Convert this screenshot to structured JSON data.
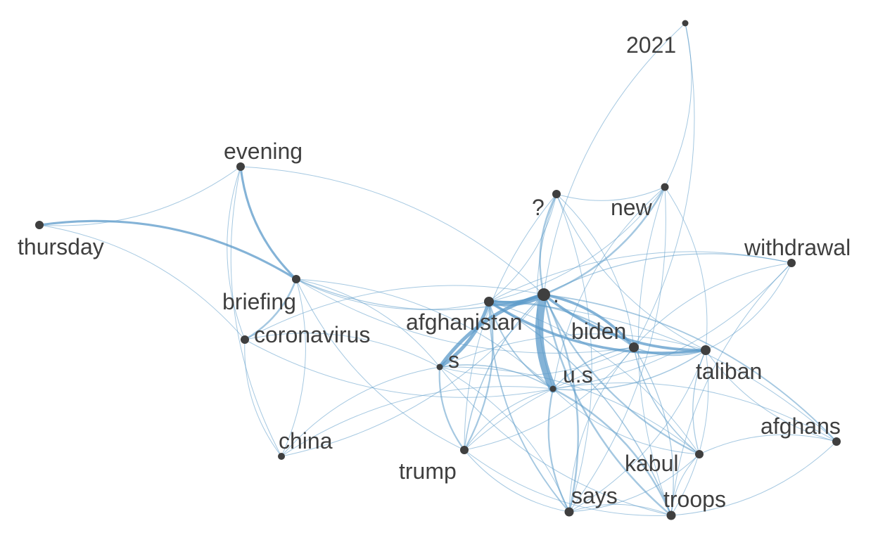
{
  "diagram": {
    "type": "word co-occurrence network",
    "edge_color": "#5b9ac9",
    "node_color": "#3f3f3f",
    "label_color": "#3f3f3f"
  },
  "nodes": [
    {
      "id": "n2021",
      "label": "2021"
    },
    {
      "id": "evening",
      "label": "evening"
    },
    {
      "id": "thursday",
      "label": "thursday"
    },
    {
      "id": "briefing",
      "label": "briefing"
    },
    {
      "id": "coronavirus",
      "label": "coronavirus"
    },
    {
      "id": "q",
      "label": "?"
    },
    {
      "id": "new",
      "label": "new"
    },
    {
      "id": "withdrawal",
      "label": "withdrawal"
    },
    {
      "id": "dot",
      "label": "."
    },
    {
      "id": "afghanistan",
      "label": "afghanistan"
    },
    {
      "id": "biden",
      "label": "biden"
    },
    {
      "id": "taliban",
      "label": "taliban"
    },
    {
      "id": "s",
      "label": "s"
    },
    {
      "id": "us",
      "label": "u.s"
    },
    {
      "id": "china",
      "label": "china"
    },
    {
      "id": "trump",
      "label": "trump"
    },
    {
      "id": "afghans",
      "label": "afghans"
    },
    {
      "id": "kabul",
      "label": "kabul"
    },
    {
      "id": "says",
      "label": "says"
    },
    {
      "id": "troops",
      "label": "troops"
    }
  ],
  "edges": [
    {
      "source": "dot",
      "target": "us",
      "weight": 9
    },
    {
      "source": "dot",
      "target": "afghanistan",
      "weight": 6
    },
    {
      "source": "dot",
      "target": "s",
      "weight": 4
    },
    {
      "source": "afghanistan",
      "target": "s",
      "weight": 4
    },
    {
      "source": "dot",
      "target": "taliban",
      "weight": 3
    },
    {
      "source": "dot",
      "target": "biden",
      "weight": 3
    },
    {
      "source": "afghanistan",
      "target": "taliban",
      "weight": 3
    },
    {
      "source": "thursday",
      "target": "briefing",
      "weight": 2.5
    },
    {
      "source": "evening",
      "target": "briefing",
      "weight": 2.5
    },
    {
      "source": "briefing",
      "target": "coronavirus",
      "weight": 2
    },
    {
      "source": "dot",
      "target": "new",
      "weight": 2
    },
    {
      "source": "dot",
      "target": "q",
      "weight": 2
    },
    {
      "source": "dot",
      "target": "troops",
      "weight": 2
    },
    {
      "source": "dot",
      "target": "says",
      "weight": 2
    },
    {
      "source": "dot",
      "target": "kabul",
      "weight": 1.8
    },
    {
      "source": "us",
      "target": "troops",
      "weight": 2
    },
    {
      "source": "us",
      "target": "says",
      "weight": 1.8
    },
    {
      "source": "afghanistan",
      "target": "trump",
      "weight": 1.8
    },
    {
      "source": "s",
      "target": "trump",
      "weight": 1.8
    },
    {
      "source": "afghanistan",
      "target": "biden",
      "weight": 1.8
    },
    {
      "source": "biden",
      "target": "taliban",
      "weight": 1.5
    },
    {
      "source": "dot",
      "target": "afghans",
      "weight": 1.5
    },
    {
      "source": "afghanistan",
      "target": "says",
      "weight": 1.5
    },
    {
      "source": "afghanistan",
      "target": "troops",
      "weight": 1.2
    },
    {
      "source": "afghanistan",
      "target": "us",
      "weight": 1.5
    },
    {
      "source": "s",
      "target": "us",
      "weight": 1.2
    },
    {
      "source": "us",
      "target": "taliban",
      "weight": 1.2
    },
    {
      "source": "us",
      "target": "biden",
      "weight": 1.2
    },
    {
      "source": "biden",
      "target": "kabul",
      "weight": 1.2
    },
    {
      "source": "biden",
      "target": "troops",
      "weight": 1
    },
    {
      "source": "taliban",
      "target": "kabul",
      "weight": 1
    },
    {
      "source": "dot",
      "target": "withdrawal",
      "weight": 1
    },
    {
      "source": "dot",
      "target": "trump",
      "weight": 1.2
    },
    {
      "source": "dot",
      "target": "briefing",
      "weight": 1
    },
    {
      "source": "thursday",
      "target": "evening",
      "weight": 0.8
    },
    {
      "source": "thursday",
      "target": "coronavirus",
      "weight": 0.8
    },
    {
      "source": "evening",
      "target": "coronavirus",
      "weight": 0.8
    },
    {
      "source": "evening",
      "target": "dot",
      "weight": 0.8
    },
    {
      "source": "evening",
      "target": "china",
      "weight": 0.8
    },
    {
      "source": "briefing",
      "target": "china",
      "weight": 0.8
    },
    {
      "source": "briefing",
      "target": "afghanistan",
      "weight": 0.8
    },
    {
      "source": "briefing",
      "target": "s",
      "weight": 0.8
    },
    {
      "source": "briefing",
      "target": "biden",
      "weight": 0.8
    },
    {
      "source": "briefing",
      "target": "us",
      "weight": 0.8
    },
    {
      "source": "briefing",
      "target": "trump",
      "weight": 0.8
    },
    {
      "source": "coronavirus",
      "target": "s",
      "weight": 0.8
    },
    {
      "source": "coronavirus",
      "target": "us",
      "weight": 0.8
    },
    {
      "source": "coronavirus",
      "target": "dot",
      "weight": 0.8
    },
    {
      "source": "coronavirus",
      "target": "china",
      "weight": 0.8
    },
    {
      "source": "n2021",
      "target": "new",
      "weight": 0.8
    },
    {
      "source": "n2021",
      "target": "dot",
      "weight": 0.8
    },
    {
      "source": "n2021",
      "target": "biden",
      "weight": 0.8
    },
    {
      "source": "q",
      "target": "new",
      "weight": 0.8
    },
    {
      "source": "q",
      "target": "afghanistan",
      "weight": 0.8
    },
    {
      "source": "q",
      "target": "us",
      "weight": 0.8
    },
    {
      "source": "q",
      "target": "biden",
      "weight": 0.8
    },
    {
      "source": "q",
      "target": "trump",
      "weight": 0.8
    },
    {
      "source": "q",
      "target": "says",
      "weight": 0.8
    },
    {
      "source": "q",
      "target": "taliban",
      "weight": 0.8
    },
    {
      "source": "new",
      "target": "afghanistan",
      "weight": 0.8
    },
    {
      "source": "new",
      "target": "us",
      "weight": 0.8
    },
    {
      "source": "new",
      "target": "taliban",
      "weight": 0.8
    },
    {
      "source": "new",
      "target": "troops",
      "weight": 0.8
    },
    {
      "source": "new",
      "target": "says",
      "weight": 0.8
    },
    {
      "source": "withdrawal",
      "target": "afghanistan",
      "weight": 0.8
    },
    {
      "source": "withdrawal",
      "target": "us",
      "weight": 0.8
    },
    {
      "source": "withdrawal",
      "target": "biden",
      "weight": 0.8
    },
    {
      "source": "withdrawal",
      "target": "taliban",
      "weight": 0.8
    },
    {
      "source": "withdrawal",
      "target": "troops",
      "weight": 0.8
    },
    {
      "source": "china",
      "target": "us",
      "weight": 0.8
    },
    {
      "source": "china",
      "target": "dot",
      "weight": 0.8
    },
    {
      "source": "china",
      "target": "s",
      "weight": 0.8
    },
    {
      "source": "trump",
      "target": "biden",
      "weight": 0.8
    },
    {
      "source": "trump",
      "target": "us",
      "weight": 0.8
    },
    {
      "source": "trump",
      "target": "says",
      "weight": 0.8
    },
    {
      "source": "trump",
      "target": "taliban",
      "weight": 0.8
    },
    {
      "source": "trump",
      "target": "troops",
      "weight": 0.8
    },
    {
      "source": "s",
      "target": "taliban",
      "weight": 0.8
    },
    {
      "source": "s",
      "target": "biden",
      "weight": 0.8
    },
    {
      "source": "s",
      "target": "says",
      "weight": 0.8
    },
    {
      "source": "s",
      "target": "troops",
      "weight": 0.8
    },
    {
      "source": "s",
      "target": "kabul",
      "weight": 0.8
    },
    {
      "source": "afghans",
      "target": "us",
      "weight": 0.8
    },
    {
      "source": "afghans",
      "target": "taliban",
      "weight": 0.8
    },
    {
      "source": "afghans",
      "target": "kabul",
      "weight": 0.8
    },
    {
      "source": "afghans",
      "target": "troops",
      "weight": 0.8
    },
    {
      "source": "afghans",
      "target": "afghanistan",
      "weight": 0.8
    },
    {
      "source": "kabul",
      "target": "us",
      "weight": 0.8
    },
    {
      "source": "kabul",
      "target": "afghanistan",
      "weight": 0.8
    },
    {
      "source": "kabul",
      "target": "says",
      "weight": 0.8
    },
    {
      "source": "kabul",
      "target": "troops",
      "weight": 0.8
    },
    {
      "source": "says",
      "target": "biden",
      "weight": 0.8
    },
    {
      "source": "says",
      "target": "taliban",
      "weight": 0.8
    },
    {
      "source": "says",
      "target": "troops",
      "weight": 0.8
    },
    {
      "source": "troops",
      "target": "taliban",
      "weight": 0.8
    }
  ]
}
